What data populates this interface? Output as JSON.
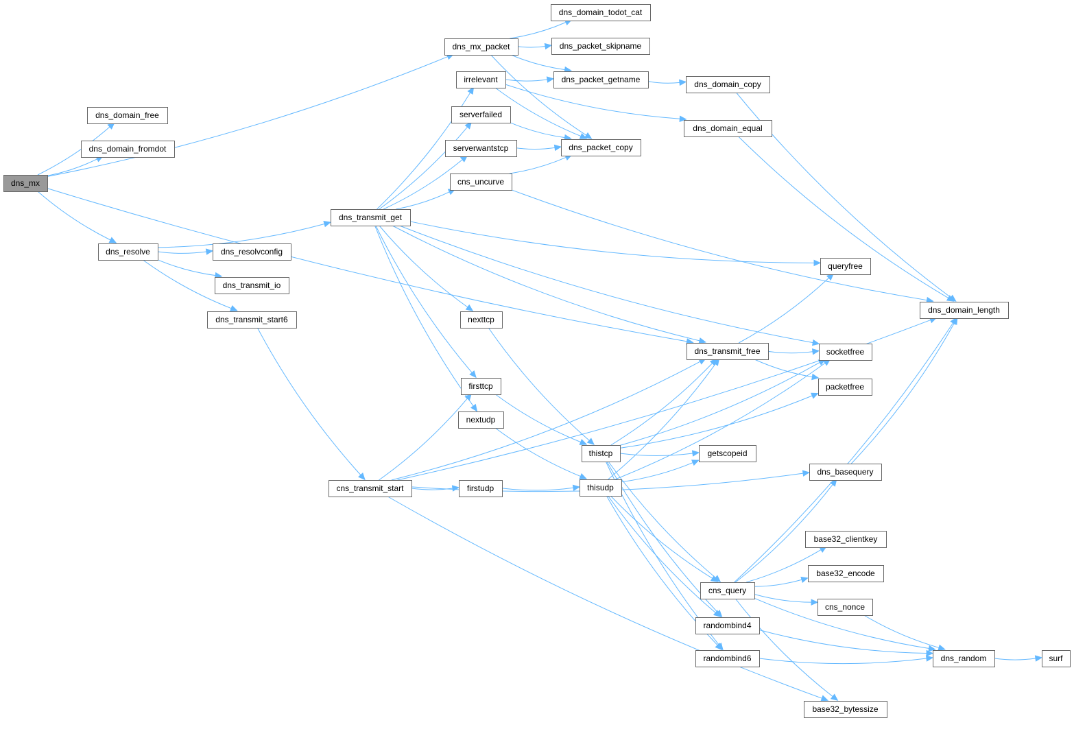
{
  "graph": {
    "root": "dns_mx",
    "nodes": [
      "dns_mx",
      "dns_domain_free",
      "dns_domain_fromdot",
      "dns_resolve",
      "dns_resolvconfig",
      "dns_transmit_io",
      "dns_transmit_start6",
      "dns_mx_packet",
      "dns_domain_todot_cat",
      "dns_packet_skipname",
      "dns_packet_getname",
      "irrelevant",
      "serverfailed",
      "serverwantstcp",
      "dns_packet_copy",
      "cns_uncurve",
      "dns_domain_copy",
      "dns_domain_equal",
      "dns_transmit_get",
      "queryfree",
      "dns_domain_length",
      "nexttcp",
      "dns_transmit_free",
      "socketfree",
      "packetfree",
      "firsttcp",
      "nextudp",
      "thistcp",
      "getscopeid",
      "dns_basequery",
      "cns_transmit_start",
      "firstudp",
      "thisudp",
      "base32_clientkey",
      "base32_encode",
      "cns_query",
      "cns_nonce",
      "randombind4",
      "randombind6",
      "dns_random",
      "surf",
      "base32_bytessize"
    ],
    "edges": [
      [
        "dns_mx",
        "dns_domain_free"
      ],
      [
        "dns_mx",
        "dns_domain_fromdot"
      ],
      [
        "dns_mx",
        "dns_mx_packet"
      ],
      [
        "dns_mx",
        "dns_resolve"
      ],
      [
        "dns_mx",
        "dns_transmit_free"
      ],
      [
        "dns_mx_packet",
        "dns_domain_todot_cat"
      ],
      [
        "dns_mx_packet",
        "dns_packet_skipname"
      ],
      [
        "dns_mx_packet",
        "dns_packet_getname"
      ],
      [
        "dns_mx_packet",
        "dns_packet_copy"
      ],
      [
        "dns_packet_getname",
        "dns_domain_copy"
      ],
      [
        "dns_domain_copy",
        "dns_domain_length"
      ],
      [
        "dns_domain_equal",
        "dns_domain_length"
      ],
      [
        "irrelevant",
        "dns_packet_getname"
      ],
      [
        "irrelevant",
        "dns_packet_copy"
      ],
      [
        "irrelevant",
        "dns_domain_equal"
      ],
      [
        "serverfailed",
        "dns_packet_copy"
      ],
      [
        "serverwantstcp",
        "dns_packet_copy"
      ],
      [
        "cns_uncurve",
        "dns_packet_copy"
      ],
      [
        "cns_uncurve",
        "dns_domain_length"
      ],
      [
        "dns_resolve",
        "dns_transmit_get"
      ],
      [
        "dns_resolve",
        "dns_resolvconfig"
      ],
      [
        "dns_resolve",
        "dns_transmit_io"
      ],
      [
        "dns_resolve",
        "dns_transmit_start6"
      ],
      [
        "dns_transmit_start6",
        "cns_transmit_start"
      ],
      [
        "dns_transmit_get",
        "irrelevant"
      ],
      [
        "dns_transmit_get",
        "serverfailed"
      ],
      [
        "dns_transmit_get",
        "serverwantstcp"
      ],
      [
        "dns_transmit_get",
        "cns_uncurve"
      ],
      [
        "dns_transmit_get",
        "queryfree"
      ],
      [
        "dns_transmit_get",
        "nexttcp"
      ],
      [
        "dns_transmit_get",
        "dns_transmit_free"
      ],
      [
        "dns_transmit_get",
        "socketfree"
      ],
      [
        "dns_transmit_get",
        "firsttcp"
      ],
      [
        "dns_transmit_get",
        "nextudp"
      ],
      [
        "nexttcp",
        "thistcp"
      ],
      [
        "firsttcp",
        "thistcp"
      ],
      [
        "nextudp",
        "thisudp"
      ],
      [
        "dns_transmit_free",
        "queryfree"
      ],
      [
        "dns_transmit_free",
        "socketfree"
      ],
      [
        "dns_transmit_free",
        "packetfree"
      ],
      [
        "thistcp",
        "dns_transmit_free"
      ],
      [
        "thistcp",
        "socketfree"
      ],
      [
        "thistcp",
        "packetfree"
      ],
      [
        "thistcp",
        "getscopeid"
      ],
      [
        "thistcp",
        "cns_query"
      ],
      [
        "thistcp",
        "randombind4"
      ],
      [
        "thistcp",
        "randombind6"
      ],
      [
        "thisudp",
        "dns_transmit_free"
      ],
      [
        "thisudp",
        "socketfree"
      ],
      [
        "thisudp",
        "getscopeid"
      ],
      [
        "thisudp",
        "cns_query"
      ],
      [
        "thisudp",
        "randombind4"
      ],
      [
        "thisudp",
        "randombind6"
      ],
      [
        "cns_transmit_start",
        "firsttcp"
      ],
      [
        "cns_transmit_start",
        "firstudp"
      ],
      [
        "cns_transmit_start",
        "dns_transmit_free"
      ],
      [
        "cns_transmit_start",
        "dns_domain_length"
      ],
      [
        "cns_transmit_start",
        "dns_basequery"
      ],
      [
        "cns_transmit_start",
        "base32_bytessize"
      ],
      [
        "firstudp",
        "thisudp"
      ],
      [
        "dns_basequery",
        "dns_domain_length"
      ],
      [
        "cns_query",
        "dns_basequery"
      ],
      [
        "cns_query",
        "base32_clientkey"
      ],
      [
        "cns_query",
        "base32_encode"
      ],
      [
        "cns_query",
        "cns_nonce"
      ],
      [
        "cns_query",
        "dns_random"
      ],
      [
        "cns_query",
        "base32_bytessize"
      ],
      [
        "cns_query",
        "dns_domain_length"
      ],
      [
        "cns_nonce",
        "dns_random"
      ],
      [
        "randombind4",
        "dns_random"
      ],
      [
        "randombind6",
        "dns_random"
      ],
      [
        "dns_random",
        "surf"
      ]
    ]
  },
  "colors": {
    "edge": "#63b8ff",
    "node_border": "#666666",
    "root_fill": "#999999"
  }
}
